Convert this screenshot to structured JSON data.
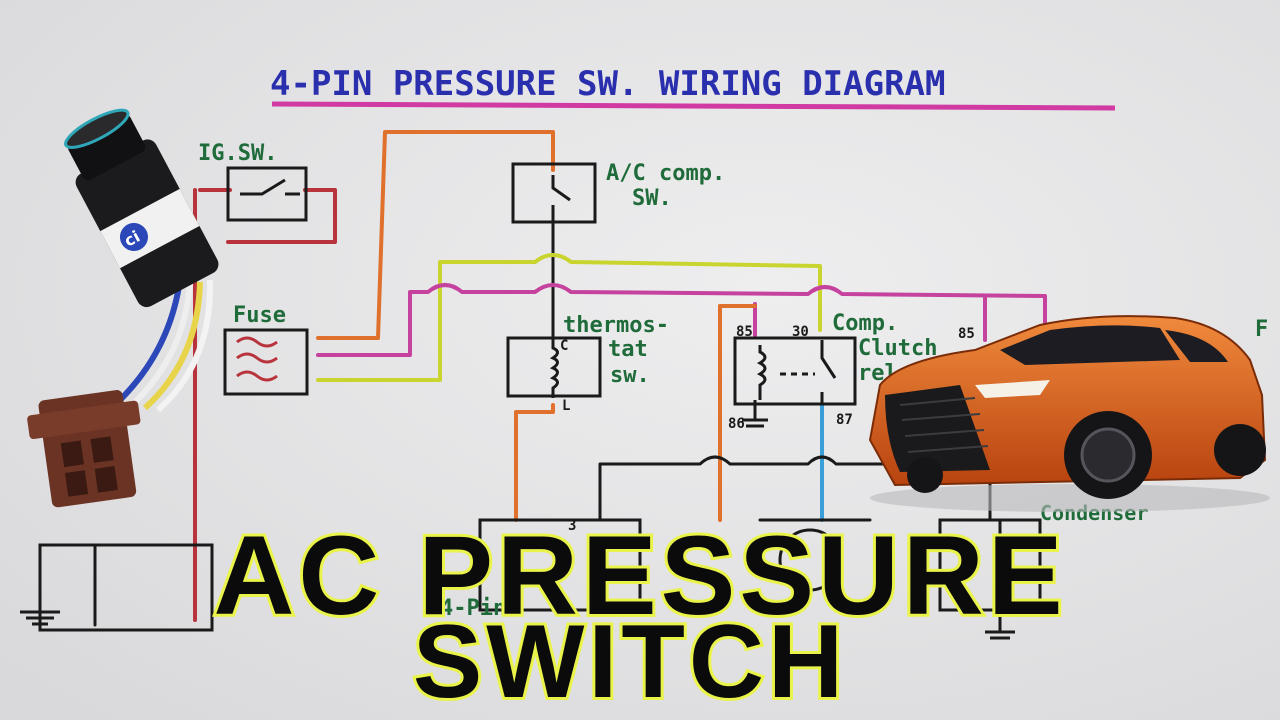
{
  "title": "4-PIN PRESSURE SW. WIRING DIAGRAM",
  "labels": {
    "ig_sw": "IG.SW.",
    "ac_comp_sw_1": "A/C comp.",
    "ac_comp_sw_2": "SW.",
    "fuse": "Fuse",
    "thermostat_1": "thermos-",
    "thermostat_2": "tat",
    "thermostat_3": "sw.",
    "comp_relay_1": "Comp.",
    "comp_relay_2": "Clutch",
    "comp_relay_3": "relay",
    "pin_85a": "85",
    "pin_30": "30",
    "pin_85b": "85",
    "pin_86": "86",
    "pin_87": "87",
    "coil_c": "C",
    "coil_l": "L",
    "condenser_1": "Condenser",
    "fan_r": "F",
    "pin_3": "3",
    "four_pin": "4-Pin",
    "sensor_logo": "ci"
  },
  "headline": {
    "line1": "AC PRESSURE",
    "line2": "SWITCH"
  },
  "colors": {
    "title_blue": "#2a2fae",
    "underline_magenta": "#d03aa2",
    "wire_orange": "#e0712d",
    "wire_red": "#b8333b",
    "wire_yellow": "#c9d52e",
    "wire_magenta": "#c5429e",
    "wire_blue": "#3a9fd8",
    "wire_black": "#1a1a1a",
    "label_green": "#1f6b3a",
    "car_orange": "#d9541a",
    "headline_fill": "#0b0b0b",
    "headline_stroke": "#e9f34a"
  }
}
